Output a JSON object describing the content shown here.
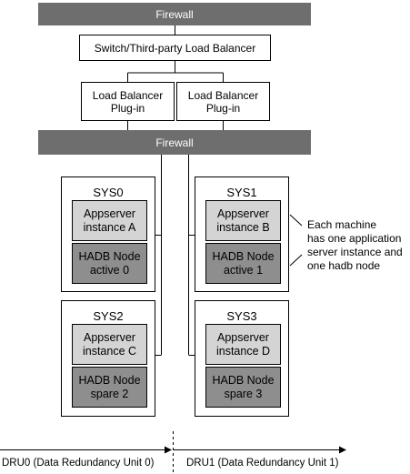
{
  "top_firewall": "Firewall",
  "load_balancer": "Switch/Third-party Load Balancer",
  "plugins": [
    {
      "line1": "Load Balancer",
      "line2": "Plug-in"
    },
    {
      "line1": "Load Balancer",
      "line2": "Plug-in"
    }
  ],
  "mid_firewall": "Firewall",
  "systems": [
    {
      "title": "SYS0",
      "app1": "Appserver",
      "app2": "instance A",
      "hadb1": "HADB Node",
      "hadb2": "active 0"
    },
    {
      "title": "SYS1",
      "app1": "Appserver",
      "app2": "instance B",
      "hadb1": "HADB Node",
      "hadb2": "active 1"
    },
    {
      "title": "SYS2",
      "app1": "Appserver",
      "app2": "instance C",
      "hadb1": "HADB Node",
      "hadb2": "spare 2"
    },
    {
      "title": "SYS3",
      "app1": "Appserver",
      "app2": "instance D",
      "hadb1": "HADB Node",
      "hadb2": "spare 3"
    }
  ],
  "note": [
    "Each machine",
    "has one application",
    "server instance and",
    "one hadb node"
  ],
  "dru": [
    "DRU0 (Data Redundancy Unit 0)",
    "DRU1 (Data Redundancy Unit 1)"
  ],
  "colors": {
    "firewall": "#6e6e6e",
    "appserver": "#d4d4d4",
    "hadb": "#8e8e8e"
  }
}
